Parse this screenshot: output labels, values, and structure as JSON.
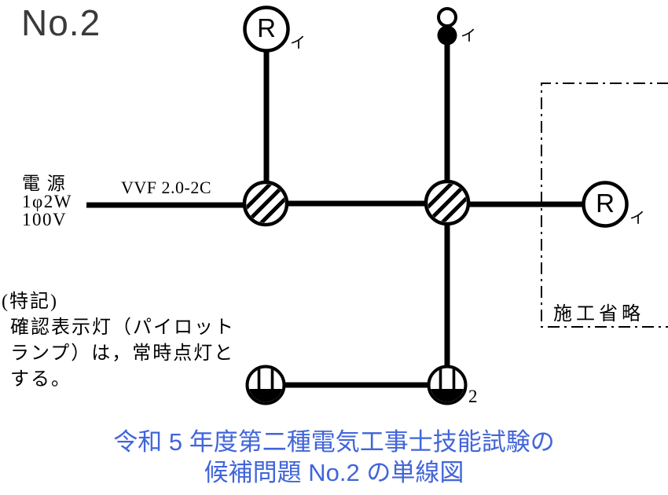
{
  "title": "No.2",
  "power_source": {
    "name": "電 源",
    "phase": "1φ2W",
    "voltage": "100V"
  },
  "cable": {
    "label": "VVF 2.0-2C"
  },
  "devices": {
    "lamp_receptacle_top": {
      "letter": "R",
      "mark": "イ"
    },
    "pilot_lamp_switch": {
      "mark": "イ"
    },
    "lamp_receptacle_right": {
      "letter": "R",
      "mark": "イ"
    },
    "outlet_right": {
      "count_label": "2"
    }
  },
  "omission_area": {
    "label": "施工省略"
  },
  "notes": {
    "line1": "(特記)",
    "line2": "確認表示灯（パイロット",
    "line3": "ランプ）は，常時点灯と",
    "line4": "する。"
  },
  "caption": {
    "line1": "令和 5 年度第二種電気工事士技能試験の",
    "line2": "候補問題 No.2 の単線図"
  },
  "colors": {
    "ink": "#000000",
    "caption_blue": "#4165da",
    "title_gray": "#3a3a3a"
  }
}
